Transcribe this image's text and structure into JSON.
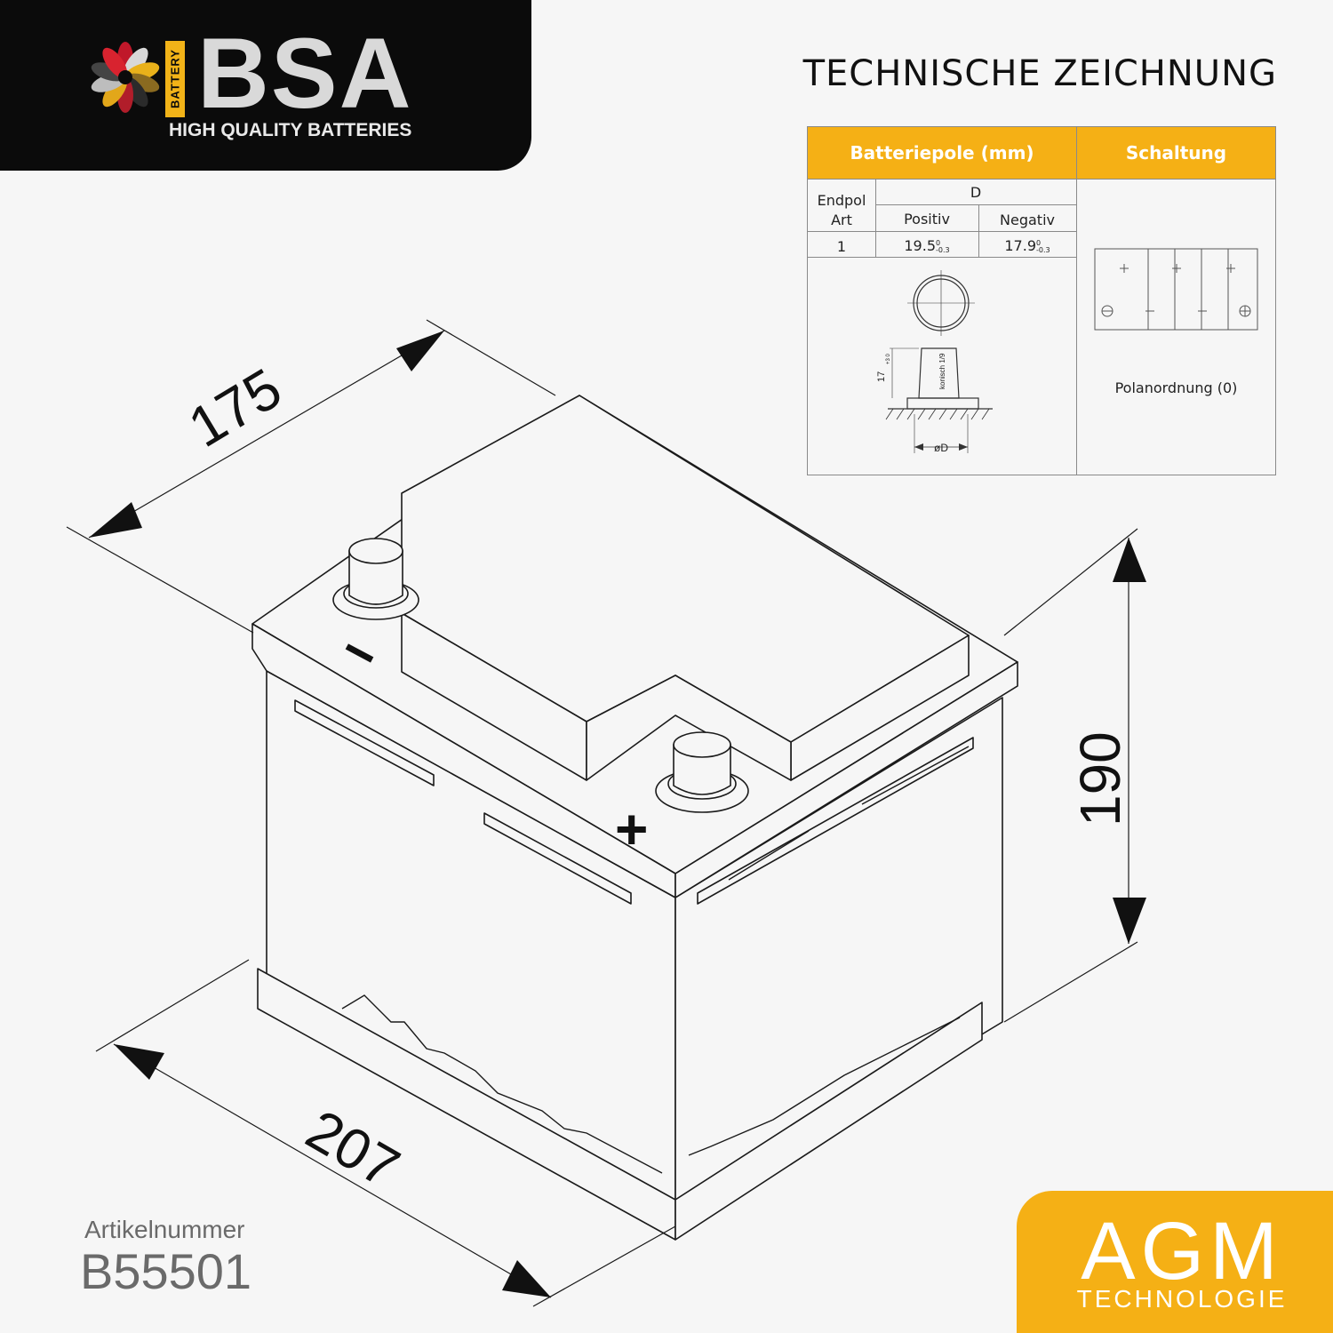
{
  "brand": {
    "name": "BSA",
    "vertical_label": "BATTERY",
    "tagline": "HIGH QUALITY BATTERIES"
  },
  "heading": "TECHNISCHE ZEICHNUNG",
  "table": {
    "header_poles": "Batteriepole (mm)",
    "header_circuit": "Schaltung",
    "col_type": "Endpol Art",
    "col_d": "D",
    "col_positive": "Positiv",
    "col_negative": "Negativ",
    "row_type": "1",
    "positive_value": "19.5",
    "positive_tol_upper": "0",
    "positive_tol_lower": "-0.3",
    "negative_value": "17.9",
    "negative_tol_upper": "0",
    "negative_tol_lower": "-0.3",
    "terminal_height": "17",
    "terminal_height_tol": "+3 0",
    "taper_label": "konisch 1/9",
    "diameter_label": "øD",
    "pole_arrangement": "Polanordnung (0)"
  },
  "dimensions": {
    "length": "207",
    "width": "175",
    "height": "190"
  },
  "terminals": {
    "negative": "−",
    "positive": "+"
  },
  "article": {
    "label": "Artikelnummer",
    "number": "B55501"
  },
  "technology": {
    "name": "AGM",
    "subtitle": "TECHNOLOGIE"
  },
  "colors": {
    "accent": "#f5b015",
    "logo_bg": "#0b0b0b",
    "line": "#1a1a1a"
  }
}
